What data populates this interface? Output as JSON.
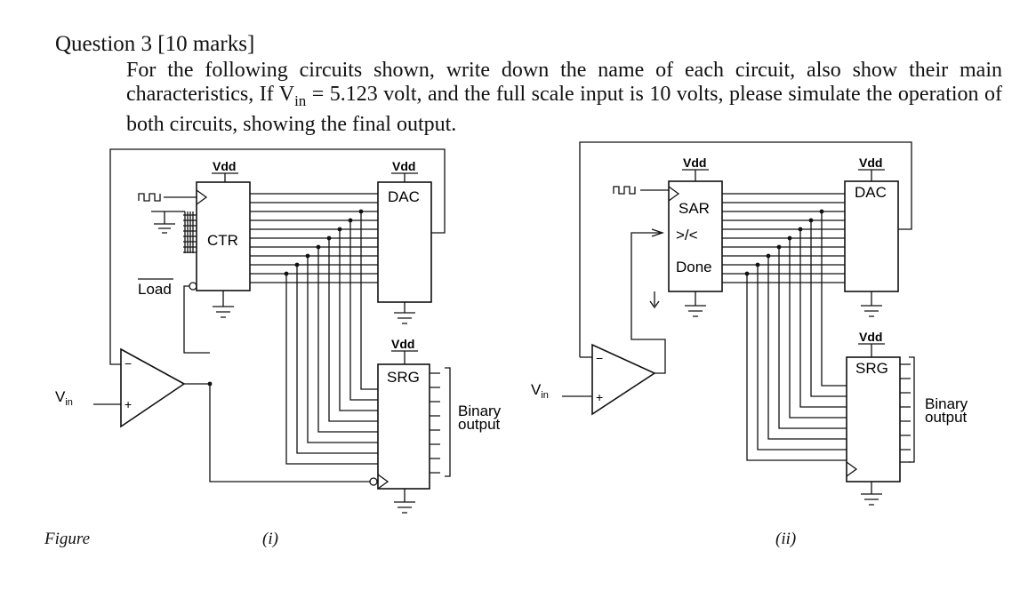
{
  "question": {
    "title": "Question 3 [10 marks]",
    "body_pre": "For the following circuits shown, write down the name of each circuit, also show their main characteristics, If V",
    "body_sub": "in",
    "body_post": " = 5.123 volt, and the full scale input is 10 volts, please simulate the operation of both circuits, showing the final output."
  },
  "figure": {
    "label": "Figure",
    "sub_i": "(i)",
    "sub_ii": "(ii)"
  },
  "circuit_i": {
    "vdd": "Vdd",
    "ctr": "CTR",
    "dac": "DAC",
    "srg": "SRG",
    "load": "Load",
    "vin": "V",
    "vin_sub": "in",
    "binary1": "Binary",
    "binary2": "output",
    "plus": "+",
    "minus": "−"
  },
  "circuit_ii": {
    "vdd": "Vdd",
    "sar": "SAR",
    "cmp": ">/<",
    "done": "Done",
    "dac": "DAC",
    "srg": "SRG",
    "vin": "V",
    "vin_sub": "in",
    "binary1": "Binary",
    "binary2": "output",
    "plus": "+",
    "minus": "−"
  }
}
